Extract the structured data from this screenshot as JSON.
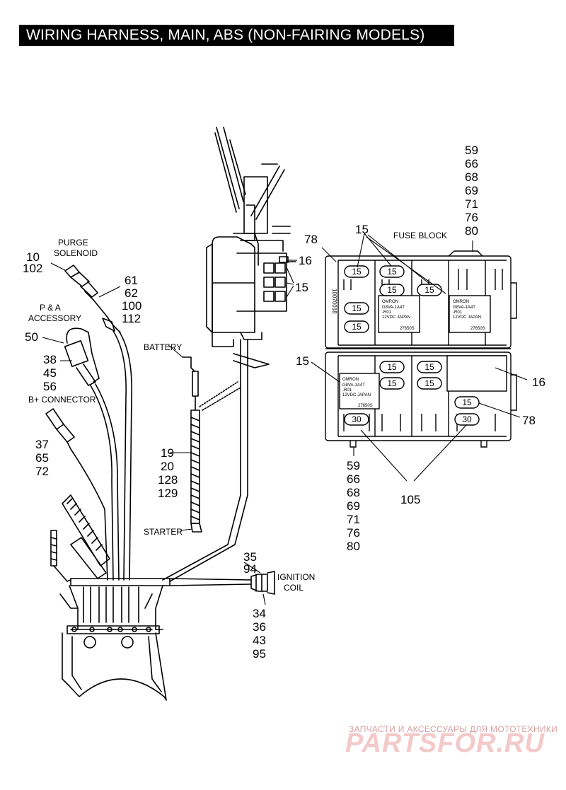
{
  "title": "WIRING HARNESS, MAIN, ABS (NON-FAIRING MODELS)",
  "labels": {
    "purge_solenoid": [
      "PURGE",
      "SOLENOID"
    ],
    "pa_accessory": [
      "P & A",
      "ACCESSORY"
    ],
    "b_plus_connector": "B+ CONNECTOR",
    "battery": "BATTERY",
    "starter": "STARTER",
    "ignition_coil": [
      "IGNITION",
      "COIL"
    ],
    "fuse_block": "FUSE BLOCK"
  },
  "callouts": {
    "c10": [
      "10",
      "102"
    ],
    "c61": [
      "61",
      "62",
      "100",
      "112"
    ],
    "c50": "50",
    "c38": [
      "38",
      "45",
      "56"
    ],
    "c37": [
      "37",
      "65",
      "72"
    ],
    "c19": [
      "19",
      "20",
      "128",
      "129"
    ],
    "c35": [
      "35",
      "94"
    ],
    "c34": [
      "34",
      "36",
      "43",
      "95"
    ],
    "c16_top": "16",
    "c15_bracket": "15",
    "c59_top": [
      "59",
      "66",
      "68",
      "69",
      "71",
      "76",
      "80"
    ],
    "c15_fuse_top": "15",
    "c78_top": "78",
    "c15_left": "15",
    "c16_right": "16",
    "c78_right": "78",
    "c105": "105",
    "c59_bottom": [
      "59",
      "66",
      "68",
      "69",
      "71",
      "76",
      "80"
    ]
  },
  "fuse_block": {
    "fuse_15": "15",
    "fuse_30": "30",
    "relay_lines": [
      "OMRON",
      "G8VA-1A4T",
      "-R01",
      "12VDC JAPAN",
      "27650S"
    ],
    "left_code": "10070018"
  },
  "watermark": {
    "tagline": "ЗАПЧАСТИ И АКСЕССУАРЫ ДЛЯ МОТОТЕХНИКИ",
    "logo": "PARTSFOR.RU"
  }
}
